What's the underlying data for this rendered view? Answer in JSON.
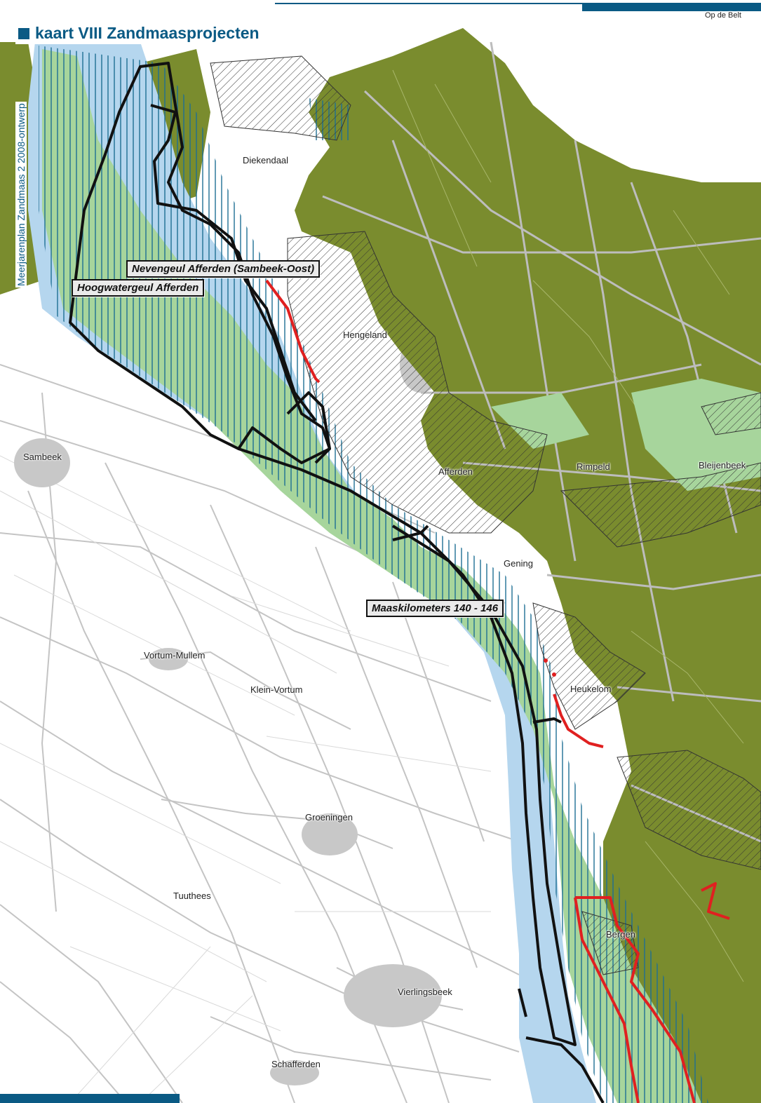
{
  "title": "kaart VIII Zandmaasprojecten",
  "subtitle": "Meerjarenplan Zandmaas 2 2008-ontwerp",
  "colors": {
    "accent": "#0a5a84",
    "forest": "#7a8c2e",
    "floodplain": "#a7d59c",
    "river": "#b5d6ee",
    "roads": "#bdbdbd",
    "project_border": "#111111",
    "red_line": "#e02020",
    "hatch_blue": "#1d6e93"
  },
  "project_labels": [
    {
      "id": "nevengeul",
      "text": "Nevengeul Afferden (Sambeek-Oost)"
    },
    {
      "id": "hoogwatergeul",
      "text": "Hoogwatergeul Afferden"
    },
    {
      "id": "maaskilometers",
      "text": "Maaskilometers 140 - 146"
    }
  ],
  "places": [
    {
      "id": "op-de-belt",
      "name": "Op de Belt"
    },
    {
      "id": "diekendaal",
      "name": "Diekendaal"
    },
    {
      "id": "hengeland",
      "name": "Hengeland"
    },
    {
      "id": "sambeek",
      "name": "Sambeek"
    },
    {
      "id": "afferden",
      "name": "Afferden"
    },
    {
      "id": "rimpeld",
      "name": "Rimpeld"
    },
    {
      "id": "bleijenbeek",
      "name": "Bleijenbeek"
    },
    {
      "id": "gening",
      "name": "Gening"
    },
    {
      "id": "vortum-mullem",
      "name": "Vortum-Mullem"
    },
    {
      "id": "klein-vortum",
      "name": "Klein-Vortum"
    },
    {
      "id": "heukelom",
      "name": "Heukelom"
    },
    {
      "id": "groeningen",
      "name": "Groeningen"
    },
    {
      "id": "tuuthees",
      "name": "Tuuthees"
    },
    {
      "id": "bergen",
      "name": "Bergen"
    },
    {
      "id": "vierlingsbeek",
      "name": "Vierlingsbeek"
    },
    {
      "id": "schafferden",
      "name": "Schafferden"
    }
  ]
}
